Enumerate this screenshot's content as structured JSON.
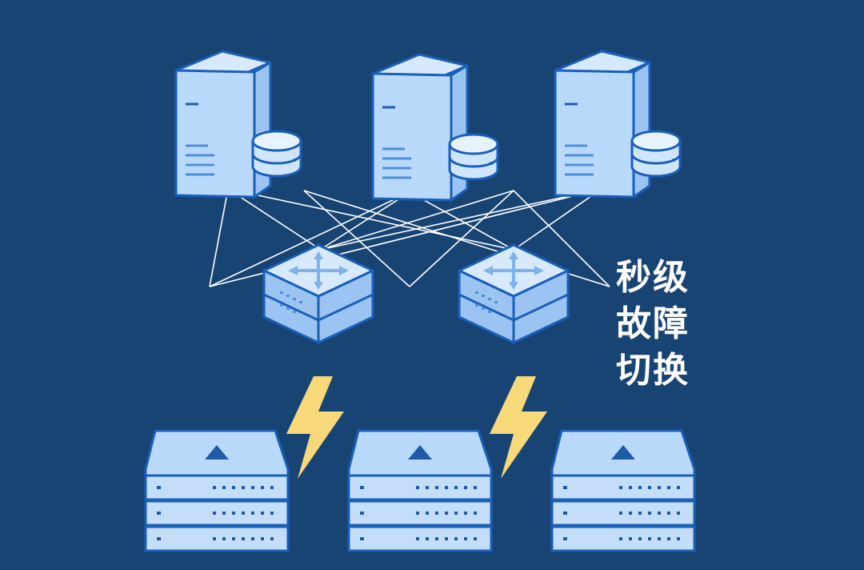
{
  "caption_lines": [
    "秒级",
    "故障",
    "切换"
  ],
  "colors": {
    "background": "#184474",
    "device_fill": "#b9d9fb",
    "device_fill_light": "#d6e9fd",
    "device_stroke": "#1a5fb8",
    "link": "#ffffff",
    "lightning": "#f7d97a"
  },
  "nodes": {
    "servers": [
      "server-1",
      "server-2",
      "server-3"
    ],
    "switches": [
      "switch-1",
      "switch-2"
    ],
    "storage": [
      "storage-1",
      "storage-2",
      "storage-3"
    ]
  },
  "icons": [
    "server-tower-icon",
    "database-icon",
    "switch-icon",
    "storage-array-icon",
    "lightning-icon"
  ]
}
